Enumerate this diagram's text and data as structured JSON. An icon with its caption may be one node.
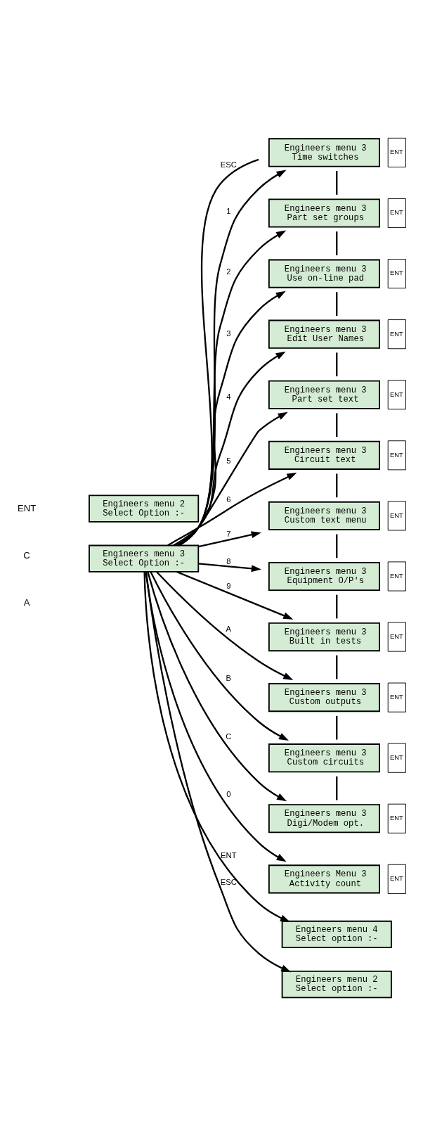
{
  "diagram": {
    "nodes": [
      {
        "text": [
          "Engineers menu 2",
          "Select Option :-"
        ]
      },
      {
        "text": [
          "Engineers menu 3",
          "Select Option :-"
        ]
      },
      {
        "text": [
          "Engineers menu 3",
          "Time switches"
        ],
        "beside": [
          "ENT"
        ]
      },
      {
        "text": [
          "Engineers menu 3",
          "Part set groups"
        ],
        "beside": [
          "ENT"
        ]
      },
      {
        "text": [
          "Engineers menu 3",
          "Use on-line pad"
        ],
        "beside": [
          "ENT"
        ]
      },
      {
        "text": [
          "Engineers menu 3",
          "Edit User Names"
        ],
        "beside": [
          "ENT"
        ]
      },
      {
        "text": [
          "Engineers menu 3",
          "Part set text"
        ],
        "beside": [
          "ENT"
        ]
      },
      {
        "text": [
          "Engineers menu 3",
          "Circuit text"
        ],
        "beside": [
          "ENT"
        ]
      },
      {
        "text": [
          "Engineers menu 3",
          "Custom text menu"
        ],
        "beside": [
          "ENT"
        ]
      },
      {
        "text": [
          "Engineers menu 3",
          "Equipment O/P's"
        ],
        "beside": [
          "ENT"
        ]
      },
      {
        "text": [
          "Engineers menu 3",
          "Built in tests"
        ],
        "beside": [
          "ENT"
        ]
      },
      {
        "text": [
          "Engineers menu 3",
          "Custom outputs"
        ],
        "beside": [
          "ENT"
        ]
      },
      {
        "text": [
          "Engineers menu 3",
          "Custom circuits"
        ],
        "beside": [
          "ENT"
        ]
      },
      {
        "text": [
          "Engineers menu 3",
          "Digi/Modem opt."
        ],
        "beside": [
          "ENT"
        ]
      },
      {
        "text": [
          "Engineers Menu 3",
          "Activity count"
        ],
        "beside": [
          "ENT"
        ]
      },
      {
        "text": [
          "Engineers menu 4",
          "Select option :-"
        ]
      },
      {
        "text": [
          "Engineers menu 2",
          "Select option :-"
        ]
      }
    ],
    "edges": [
      {
        "from": 1,
        "to": 2,
        "arrow": "none",
        "label": "ESC"
      },
      {
        "from": 1,
        "to": 2,
        "arrow": "to",
        "label": "1"
      },
      {
        "from": 1,
        "to": 3,
        "arrow": "to",
        "label": "2"
      },
      {
        "from": 1,
        "to": 4,
        "arrow": "to",
        "label": "3"
      },
      {
        "from": 1,
        "to": 5,
        "arrow": "to",
        "label": "4"
      },
      {
        "from": 1,
        "to": 6,
        "arrow": "to",
        "label": "5"
      },
      {
        "from": 1,
        "to": 7,
        "arrow": "to",
        "label": "6"
      },
      {
        "from": 1,
        "to": 8,
        "arrow": "to",
        "label": "7"
      },
      {
        "from": 1,
        "to": 9,
        "arrow": "to",
        "label": "8"
      },
      {
        "from": 1,
        "to": 10,
        "arrow": "to",
        "label": "9"
      },
      {
        "from": 1,
        "to": 11,
        "arrow": "to",
        "label": "A"
      },
      {
        "from": 1,
        "to": 12,
        "arrow": "to",
        "label": "B"
      },
      {
        "from": 1,
        "to": 13,
        "arrow": "to",
        "label": "C"
      },
      {
        "from": 1,
        "to": 14,
        "arrow": "to",
        "label": "0"
      },
      {
        "from": 1,
        "to": 15,
        "arrow": "to",
        "label": "ENT"
      },
      {
        "from": 1,
        "to": 16,
        "arrow": "to",
        "label": "ESC"
      },
      {
        "from": 2,
        "to": 3,
        "arrow": "none"
      },
      {
        "from": 3,
        "to": 4,
        "arrow": "none"
      },
      {
        "from": 4,
        "to": 5,
        "arrow": "none"
      },
      {
        "from": 5,
        "to": 6,
        "arrow": "none"
      },
      {
        "from": 6,
        "to": 7,
        "arrow": "none"
      },
      {
        "from": 7,
        "to": 8,
        "arrow": "none"
      },
      {
        "from": 8,
        "to": 9,
        "arrow": "none"
      },
      {
        "from": 9,
        "to": 10,
        "arrow": "none"
      },
      {
        "from": 10,
        "to": 11,
        "arrow": "none"
      },
      {
        "from": 11,
        "to": 12,
        "arrow": "none"
      },
      {
        "from": 12,
        "to": 13,
        "arrow": "none"
      }
    ],
    "labels": [
      "ENT",
      "C",
      "A"
    ]
  }
}
